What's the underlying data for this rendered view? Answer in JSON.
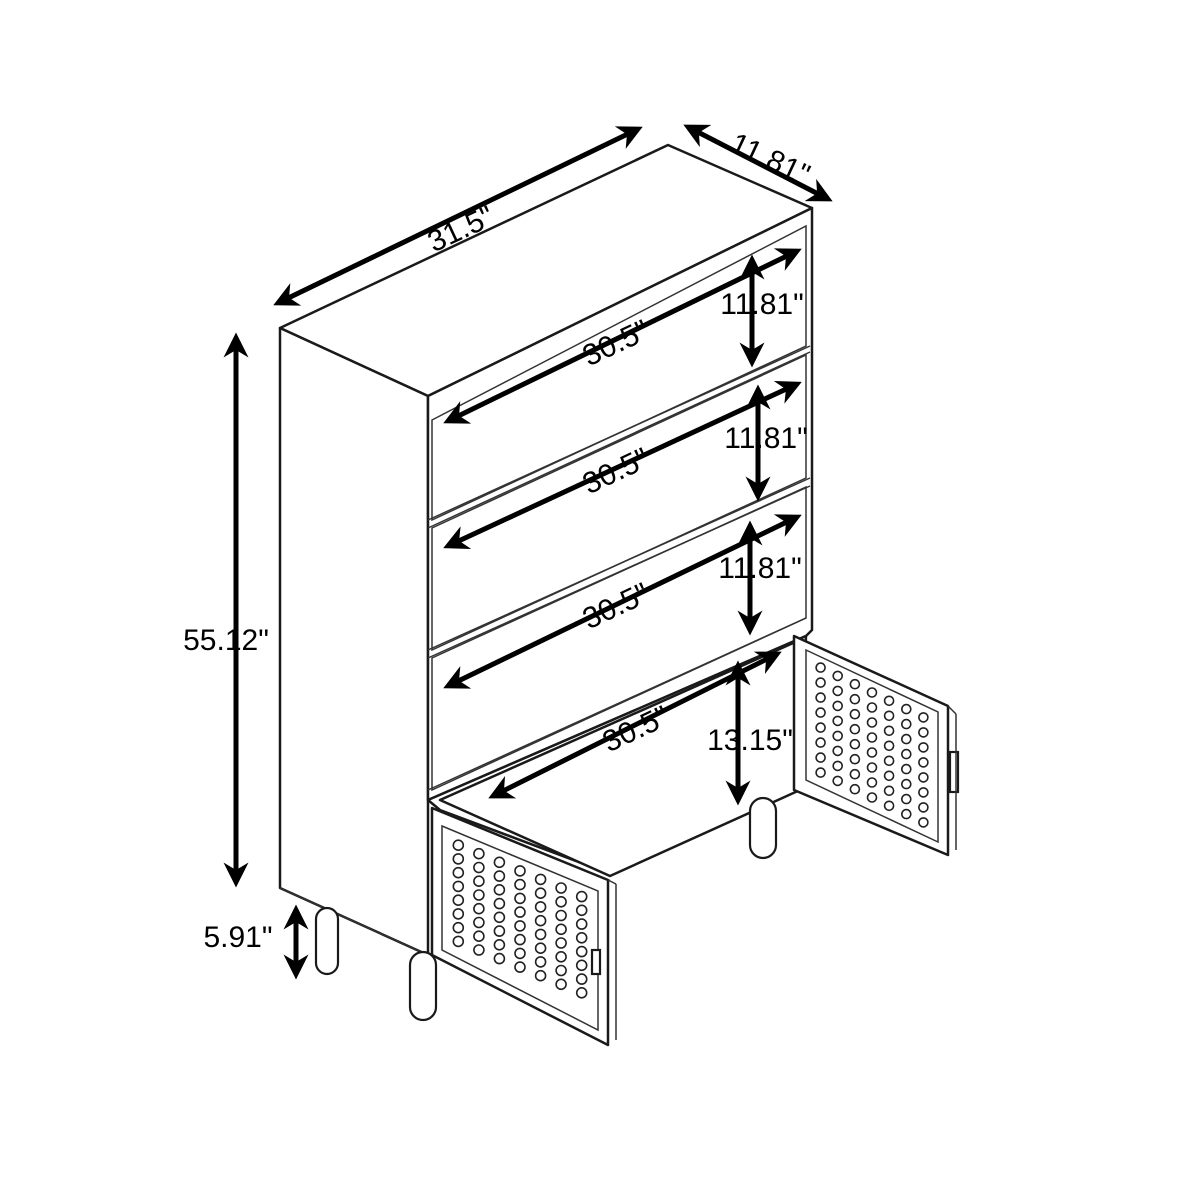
{
  "dimensions": {
    "top_width": "31.5\"",
    "top_depth": "11.81\"",
    "height": "55.12\"",
    "leg_height": "5.91\"",
    "shelf_width_1": "30.5\"",
    "shelf_width_2": "30.5\"",
    "shelf_width_3": "30.5\"",
    "shelf_width_4": "30.5\"",
    "shelf_height_1": "11.81\"",
    "shelf_height_2": "11.81\"",
    "shelf_height_3": "11.81\"",
    "cabinet_height": "13.15\""
  },
  "colors": {
    "line": "#1a1a1a",
    "background": "#ffffff"
  }
}
